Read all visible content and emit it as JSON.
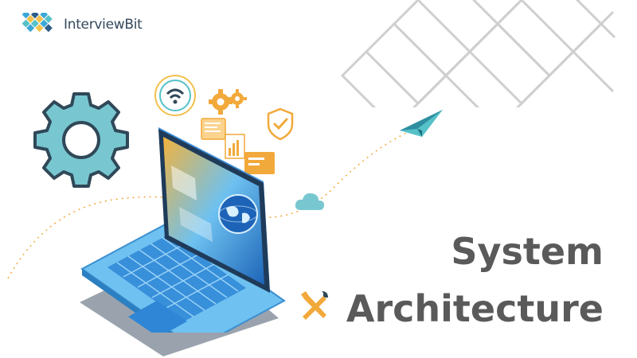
{
  "brand": {
    "name": "InterviewBit",
    "logo_colors": [
      "#3aa7d6",
      "#f2c14e",
      "#56c1c8",
      "#2c5d8a"
    ]
  },
  "headline": {
    "line1": "System",
    "line2": "Architecture",
    "color": "#5a5a5a"
  },
  "illustration": {
    "icons": [
      "gear-icon",
      "wifi-icon",
      "gears-icon",
      "shield-check-icon",
      "document-icon",
      "bar-chart-icon",
      "cloud-icon",
      "paper-plane-icon",
      "tools-icon",
      "globe-icon",
      "laptop"
    ],
    "colors": {
      "gear": "#78c7d0",
      "gear_outline": "#2f4858",
      "accent_orange": "#f2a93b",
      "laptop_blue": "#4fa3e0",
      "screen_dark": "#1f3b5a",
      "grid_stroke": "#cfcfcf"
    }
  }
}
